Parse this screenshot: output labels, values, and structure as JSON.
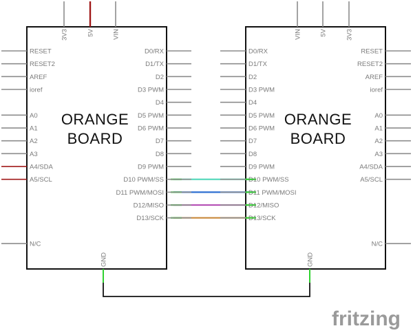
{
  "colors": {
    "board_stroke": "#111111",
    "pin": "#8c8c8c",
    "pin_red": "#a01818",
    "wire_d10": "#4fd6b8",
    "wire_d11": "#2d6fd1",
    "wire_d12": "#b44fb4",
    "wire_d13": "#c8873a",
    "wire_gnd": "#111111",
    "endpoint": "#2fd12f"
  },
  "left_board": {
    "title_line1": "ORANGE",
    "title_line2": "BOARD",
    "top_pins": [
      "3V3",
      "5V",
      "VIN"
    ],
    "left_pins": [
      "RESET",
      "RESET2",
      "AREF",
      "ioref",
      "A0",
      "A1",
      "A2",
      "A3",
      "A4/SDA",
      "A5/SCL",
      "N/C"
    ],
    "right_pins": [
      "D0/RX",
      "D1/TX",
      "D2",
      "D3 PWM",
      "D4",
      "D5 PWM",
      "D6 PWM",
      "D7",
      "D8",
      "D9 PWM",
      "D10 PWM/SS",
      "D11 PWM/MOSI",
      "D12/MISO",
      "D13/SCK"
    ],
    "bottom_pin": "GND"
  },
  "right_board": {
    "title_line1": "ORANGE",
    "title_line2": "BOARD",
    "top_pins": [
      "VIN",
      "5V",
      "3V3"
    ],
    "left_pins": [
      "D0/RX",
      "D1/TX",
      "D2",
      "D3 PWM",
      "D4",
      "D5 PWM",
      "D6 PWM",
      "D7",
      "D8",
      "D9 PWM",
      "D10 PWM/SS",
      "D11 PWM/MOSI",
      "D12/MISO",
      "D13/SCK"
    ],
    "right_pins": [
      "RESET",
      "RESET2",
      "AREF",
      "ioref",
      "A0",
      "A1",
      "A2",
      "A3",
      "A4/SDA",
      "A5/SCL",
      "N/C"
    ],
    "bottom_pin": "GND"
  },
  "wires": [
    {
      "from": "D10 PWM/SS",
      "to": "D10 PWM/SS",
      "color_key": "wire_d10"
    },
    {
      "from": "D11 PWM/MOSI",
      "to": "D11 PWM/MOSI",
      "color_key": "wire_d11"
    },
    {
      "from": "D12/MISO",
      "to": "D12/MISO",
      "color_key": "wire_d12"
    },
    {
      "from": "D13/SCK",
      "to": "D13/SCK",
      "color_key": "wire_d13"
    },
    {
      "from": "GND",
      "to": "GND",
      "color_key": "wire_gnd"
    }
  ],
  "watermark": "fritzing"
}
